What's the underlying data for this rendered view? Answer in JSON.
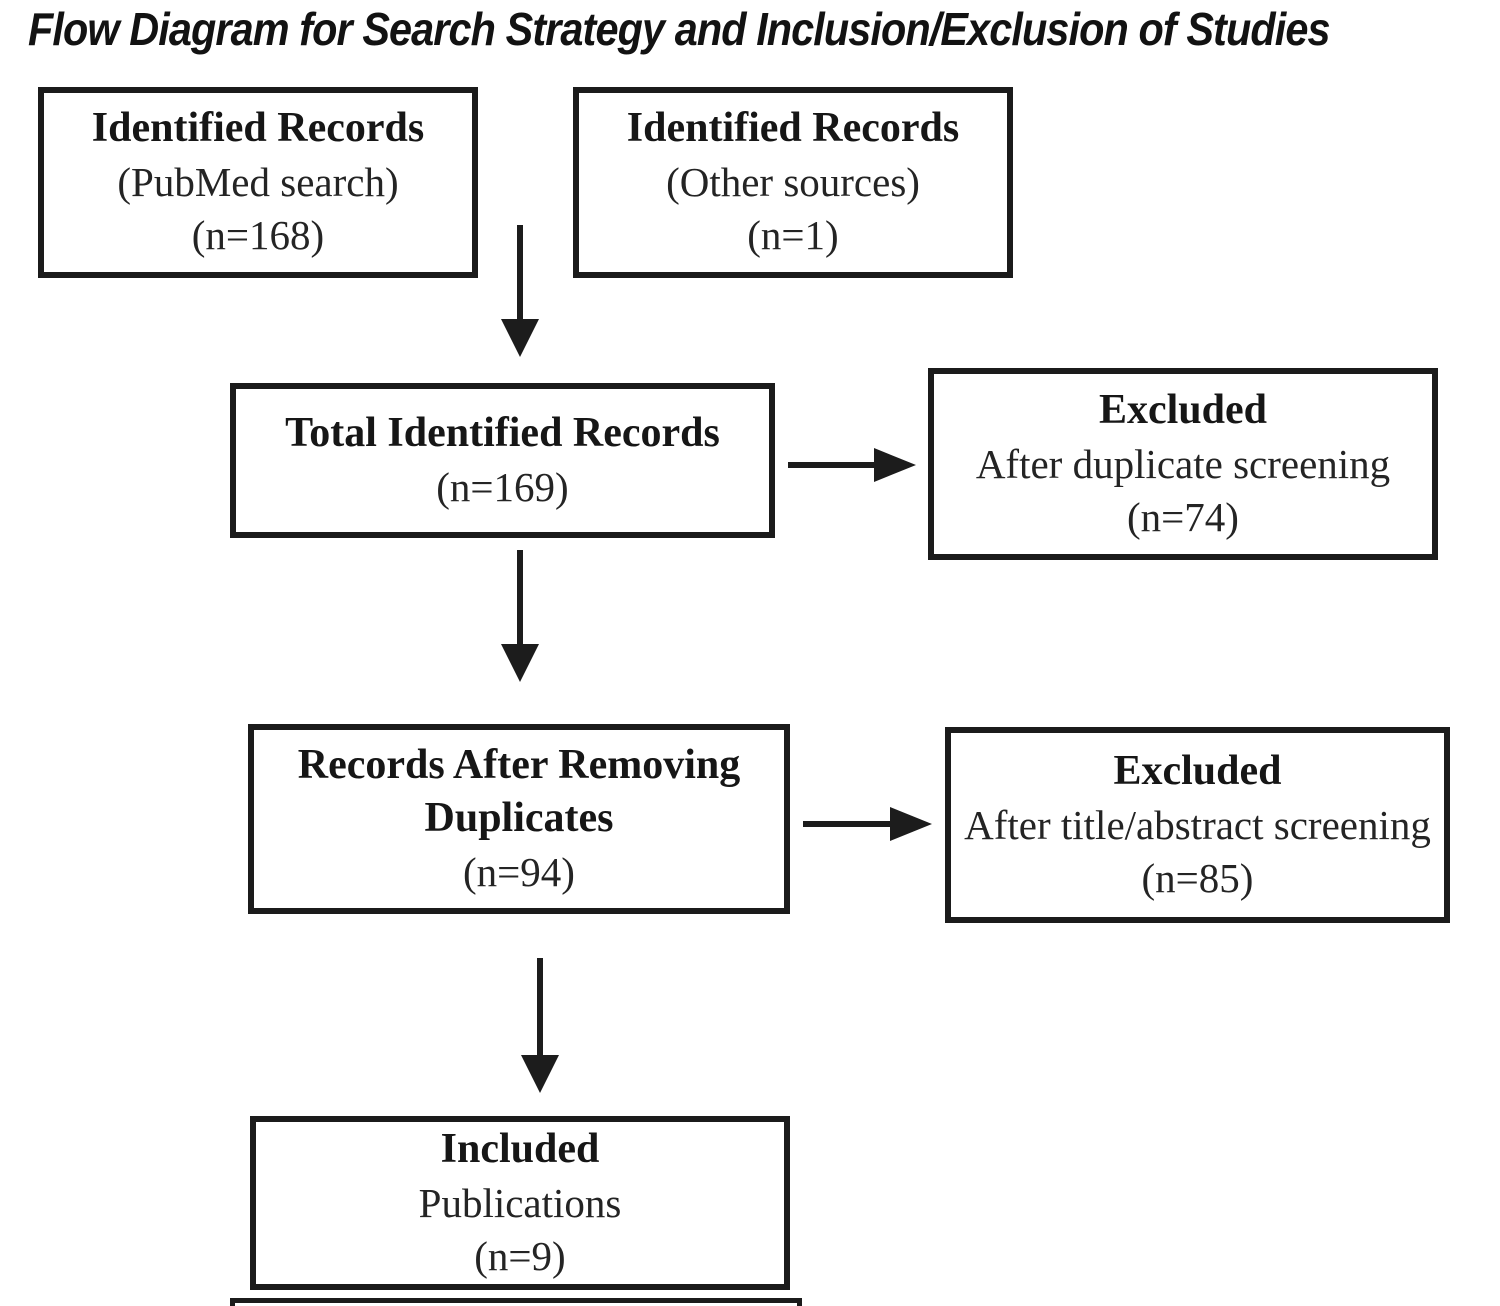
{
  "title": "Flow Diagram for Search Strategy and Inclusion/Exclusion of Studies",
  "boxes": {
    "identified_pubmed": {
      "heading": "Identified Records",
      "lines": [
        "(PubMed search)",
        "(n=168)"
      ]
    },
    "identified_other": {
      "heading": "Identified Records",
      "lines": [
        "(Other sources)",
        "(n=1)"
      ]
    },
    "total_identified": {
      "heading": "Total Identified Records",
      "lines": [
        "(n=169)"
      ]
    },
    "excluded_duplicates": {
      "heading": "Excluded",
      "lines": [
        "After duplicate screening",
        "(n=74)"
      ]
    },
    "records_after_removing_duplicates": {
      "heading": "Records After Removing Duplicates",
      "lines": [
        "(n=94)"
      ]
    },
    "excluded_title_abstract": {
      "heading": "Excluded",
      "lines": [
        "After title/abstract screening",
        "(n=85)"
      ]
    },
    "included_publications": {
      "heading": "Included",
      "lines": [
        "Publications",
        "(n=9)"
      ]
    }
  },
  "colors": {
    "border": "#1b1b1b",
    "text": "#1c1c1c",
    "background": "#ffffff"
  }
}
